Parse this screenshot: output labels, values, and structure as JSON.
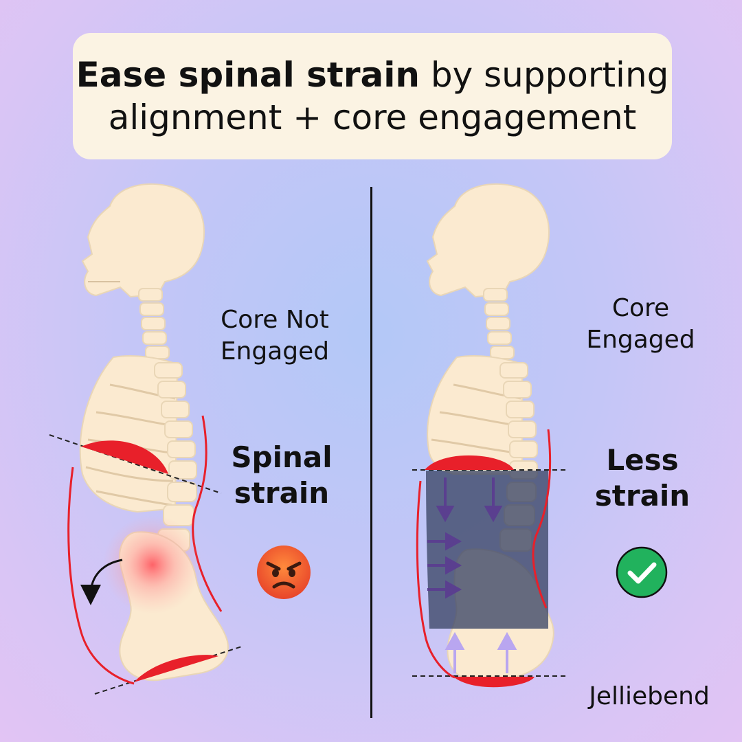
{
  "title": {
    "bold": "Ease spinal strain",
    "rest_line1": " by supporting",
    "line2": "alignment + core engagement"
  },
  "left_panel": {
    "core_label_line1": "Core Not",
    "core_label_line2": "Engaged",
    "strain_line1": "Spinal",
    "strain_line2": "strain",
    "emoji": "😡"
  },
  "right_panel": {
    "core_label_line1": "Core",
    "core_label_line2": "Engaged",
    "strain_line1": "Less",
    "strain_line2": "strain",
    "status_icon": "check-circle-icon"
  },
  "brand": "Jelliebend",
  "colors": {
    "accent_red": "#e8202a",
    "bone": "#fbead0",
    "brace": "#4a5470",
    "check_green": "#21b25d"
  }
}
